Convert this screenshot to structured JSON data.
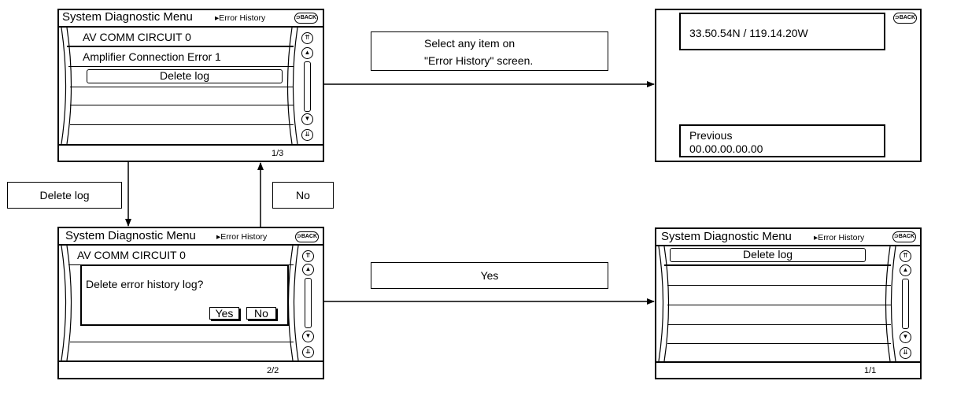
{
  "screen1": {
    "title": "System Diagnostic Menu",
    "subtitle": "▸Error History",
    "back": "⊃BACK",
    "rows": [
      "AV COMM CIRCUIT 0",
      "Amplifier Connection Error 1"
    ],
    "button": "Delete log",
    "page": "1/3"
  },
  "screen2": {
    "lines": [
      "33.50.54N / 119.14.20W",
      "Previous",
      "00.00.00.00.00"
    ],
    "back": "⊃BACK"
  },
  "screen3": {
    "title": "System Diagnostic Menu",
    "subtitle": "▸Error History",
    "back": "⊃BACK",
    "rows": [
      "AV COMM CIRCUIT 0"
    ],
    "dialog_text": "Delete error history log?",
    "yes": "Yes",
    "no": "No",
    "page": "2/2"
  },
  "screen4": {
    "title": "System Diagnostic Menu",
    "subtitle": "▸Error History",
    "back": "⊃BACK",
    "button": "Delete log",
    "page": "1/1"
  },
  "labels": {
    "select": [
      "Select any item on",
      "\"Error History\" screen."
    ],
    "delete_log": "Delete log",
    "no": "No",
    "yes": "Yes"
  },
  "icons": {
    "scroll_top": "double-up-arrow-icon",
    "scroll_up": "up-arrow-icon",
    "scroll_down": "down-arrow-icon",
    "scroll_bottom": "double-down-arrow-icon"
  }
}
